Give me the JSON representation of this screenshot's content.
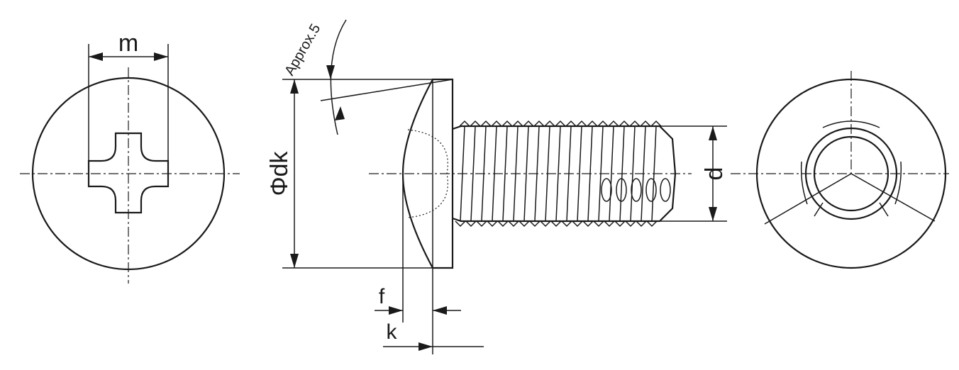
{
  "labels": {
    "m": "m",
    "approx": "Approx.5",
    "dk": "Φdk",
    "d": "d",
    "f": "f",
    "k": "k"
  },
  "colors": {
    "line": "#1a1a1a",
    "background": "#ffffff"
  }
}
